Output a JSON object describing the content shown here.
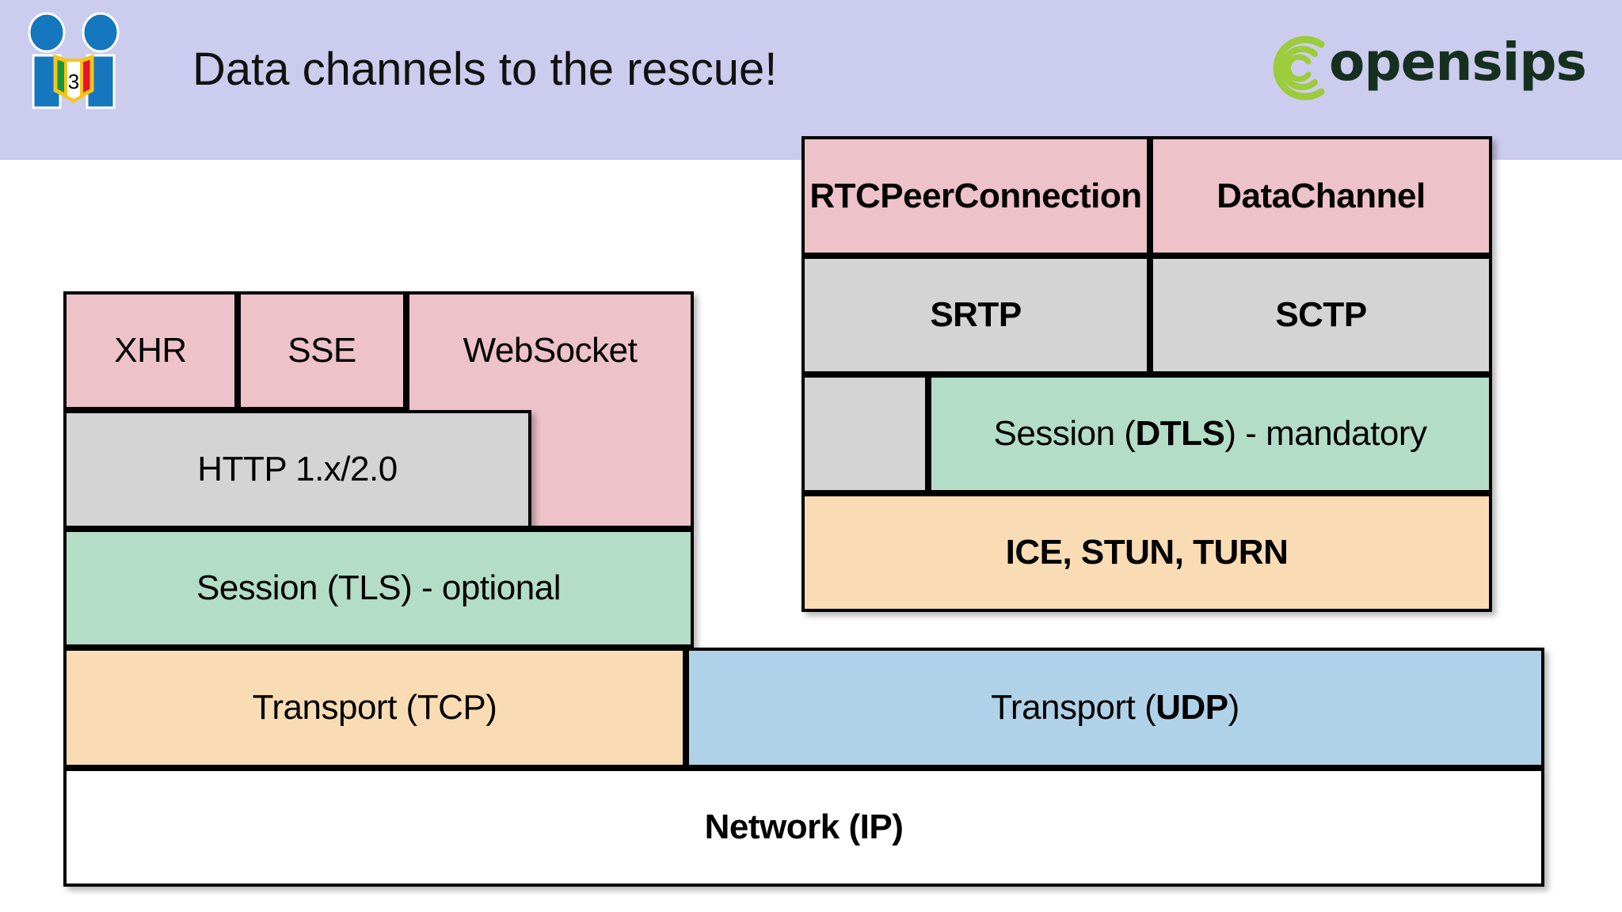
{
  "header": {
    "title": "Data channels to the rescue!",
    "logo_left": {
      "name": "event-logo",
      "badge_number": "3",
      "figure_color": "#1577bd",
      "flag_colors": [
        "#1a9641",
        "#ffffff",
        "#e8112d"
      ],
      "flag_border": "#f5c518"
    },
    "logo_right": {
      "wordmark": "opensips",
      "arc_color": "#9ccb3b",
      "text_color": "#15301f"
    },
    "background": "#ccccee"
  },
  "colors": {
    "pink": "#edc2c8",
    "gray": "#d4d4d4",
    "green": "#b3ddc6",
    "orange": "#fadcb4",
    "blue": "#b0d2e8",
    "white": "#ffffff",
    "stroke": "#000000"
  },
  "diagram": {
    "type": "protocol-stack",
    "left_stack": {
      "name": "http-stack",
      "api_row": [
        "XHR",
        "SSE",
        "WebSocket"
      ],
      "protocol": "HTTP 1.x/2.0",
      "session": {
        "prefix": "Session (",
        "emphasis": "TLS",
        "suffix": ") - optional"
      },
      "transport": {
        "prefix": "Transport (",
        "emphasis": "TCP",
        "suffix": ")"
      }
    },
    "right_stack": {
      "name": "webrtc-stack",
      "api_row": [
        "RTCPeerConnection",
        "DataChannel"
      ],
      "protocol_row": [
        "SRTP",
        "SCTP"
      ],
      "session": {
        "prefix": "Session (",
        "emphasis": "DTLS",
        "suffix": ") - mandatory"
      },
      "nat": "ICE, STUN, TURN",
      "transport": {
        "prefix": "Transport (",
        "emphasis": "UDP",
        "suffix": ")"
      }
    },
    "network_layer": {
      "prefix": "Network (",
      "emphasis": "IP",
      "suffix": ")"
    }
  }
}
